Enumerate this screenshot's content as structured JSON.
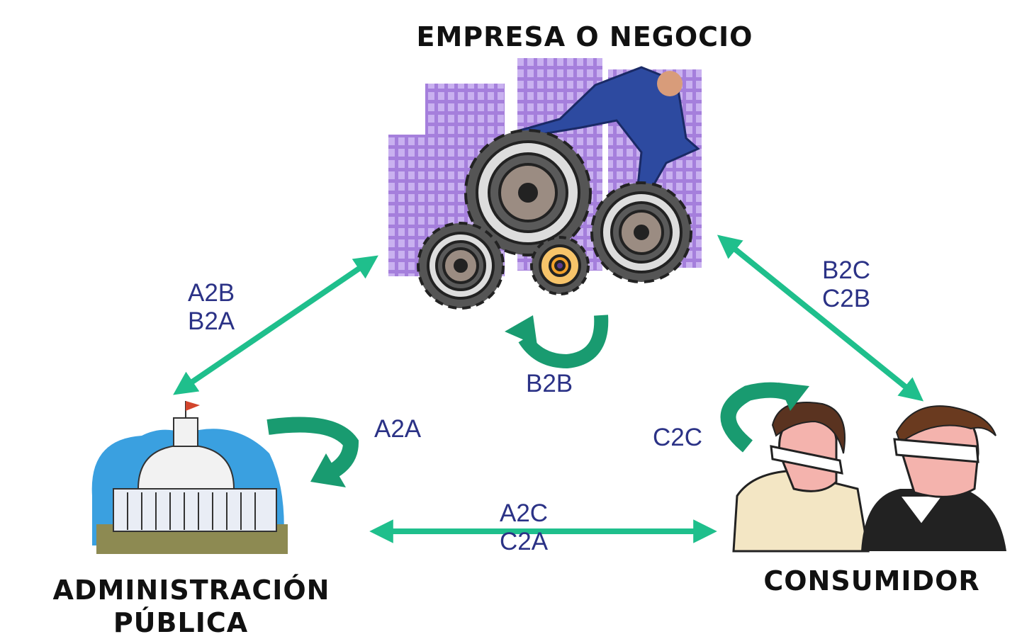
{
  "nodes": {
    "business": {
      "title": "EMPRESA O NEGOCIO",
      "icon": "business-gears-icon"
    },
    "government": {
      "title_line1": "ADMINISTRACIÓN",
      "title_line2": "PÚBLICA",
      "icon": "capitol-building-icon"
    },
    "consumer": {
      "title": "CONSUMIDOR",
      "icon": "consumers-3d-glasses-icon"
    }
  },
  "relations": {
    "gov_business": {
      "line1": "A2B",
      "line2": "B2A"
    },
    "business_consumer": {
      "line1": "B2C",
      "line2": "C2B"
    },
    "business_self": {
      "label": "B2B"
    },
    "gov_self": {
      "label": "A2A"
    },
    "consumer_self": {
      "label": "C2C"
    },
    "gov_consumer": {
      "line1": "A2C",
      "line2": "C2A"
    }
  },
  "colors": {
    "arrow": "#1fbf8c",
    "curved_arrow": "#199b70",
    "label_text": "#2b3286",
    "title_text": "#111111",
    "buildings": "#a57fdc",
    "sky": "#3aa0e0"
  }
}
